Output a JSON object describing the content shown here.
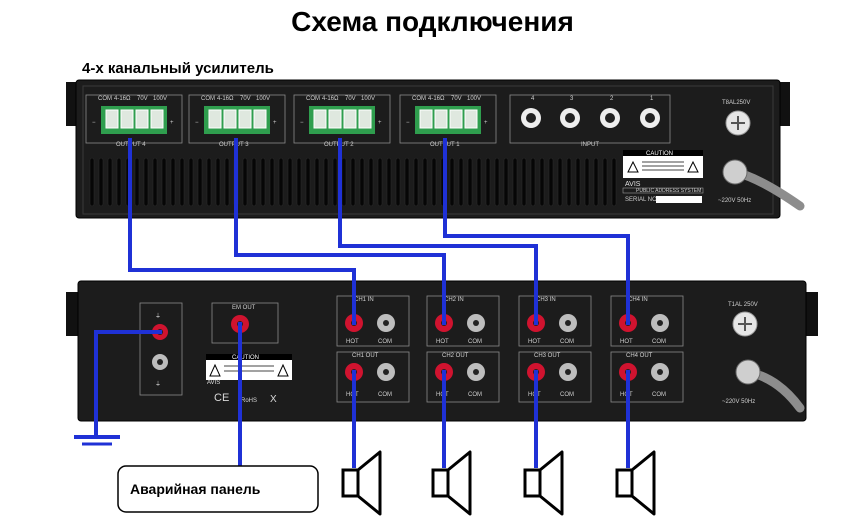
{
  "header": {
    "title": "Схема подключения",
    "amp_caption": "4-х канальный усилитель"
  },
  "amplifier": {
    "outputs": [
      {
        "taps": [
          "COM",
          "4-16Ω",
          "70V",
          "100V"
        ],
        "label": "OUTPUT 4"
      },
      {
        "taps": [
          "COM",
          "4-16Ω",
          "70V",
          "100V"
        ],
        "label": "OUTPUT 3"
      },
      {
        "taps": [
          "COM",
          "4-16Ω",
          "70V",
          "100V"
        ],
        "label": "OUTPUT 2"
      },
      {
        "taps": [
          "COM",
          "4-16Ω",
          "70V",
          "100V"
        ],
        "label": "OUTPUT 1"
      }
    ],
    "input_numbers": [
      "4",
      "3",
      "2",
      "1"
    ],
    "input_label": "INPUT",
    "fuse_label": "T8AL250V",
    "power_label": "~220V  50Hz",
    "caution_title": "CAUTION",
    "brand": "AVIS",
    "system_label": "PUBLIC ADDRESS SYSTEM",
    "serial_label": "SERIAL NO."
  },
  "selector": {
    "em_out_label": "EM OUT",
    "channels_in": [
      "CH1 IN",
      "CH2 IN",
      "CH3 IN",
      "CH4 IN"
    ],
    "channels_out": [
      "CH1 OUT",
      "CH2 OUT",
      "CH3 OUT",
      "CH4 OUT"
    ],
    "hot_label": "HOT",
    "com_label": "COM",
    "fuse_label": "T1AL 250V",
    "power_label": "~220V  50Hz",
    "caution_title": "CAUTION",
    "brand": "AVIS",
    "cert_marks": [
      "CE",
      "RoHS",
      "X"
    ]
  },
  "emergency_panel": {
    "label": "Аварийная панель"
  },
  "colors": {
    "wire": "#1f31d6",
    "panel": "#1b1b1b",
    "terminal_green": "#2f9e4e",
    "jack_red": "#d0132f"
  }
}
